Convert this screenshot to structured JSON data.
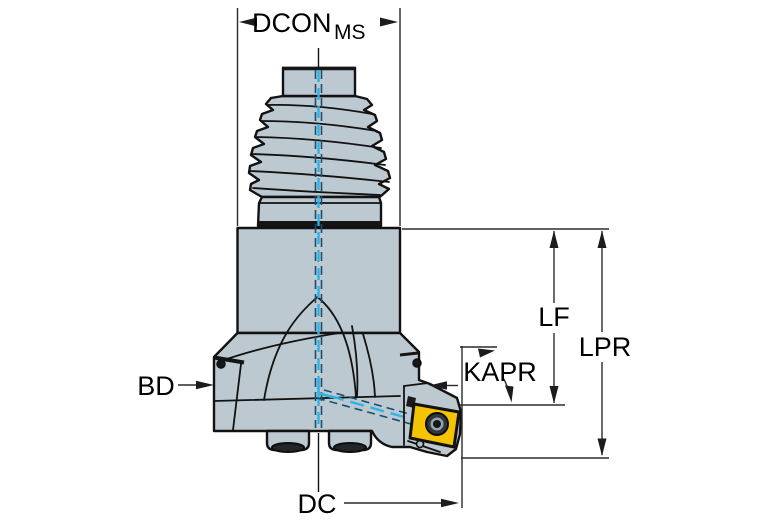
{
  "drawing": {
    "type": "technical-dimension-diagram",
    "subject": "Indexable square-shoulder milling cutter with threaded coupling, side view with dimension callouts"
  },
  "labels": {
    "dcon": "DCON",
    "dcon_sub": "MS",
    "lf": "LF",
    "lpr": "LPR",
    "kapr": "KAPR",
    "bd": "BD",
    "dc": "DC"
  },
  "colors": {
    "body_fill": "#bdc9d1",
    "outline": "#121212",
    "dimension_lines": "#2b2b2b",
    "label_text": "#000000",
    "coolant_blue": "#2fb2e6",
    "coolant_dark_blue": "#17506f",
    "insert_yellow": "#f5c400",
    "screw_dark": "#23292e",
    "background": "#ffffff"
  }
}
